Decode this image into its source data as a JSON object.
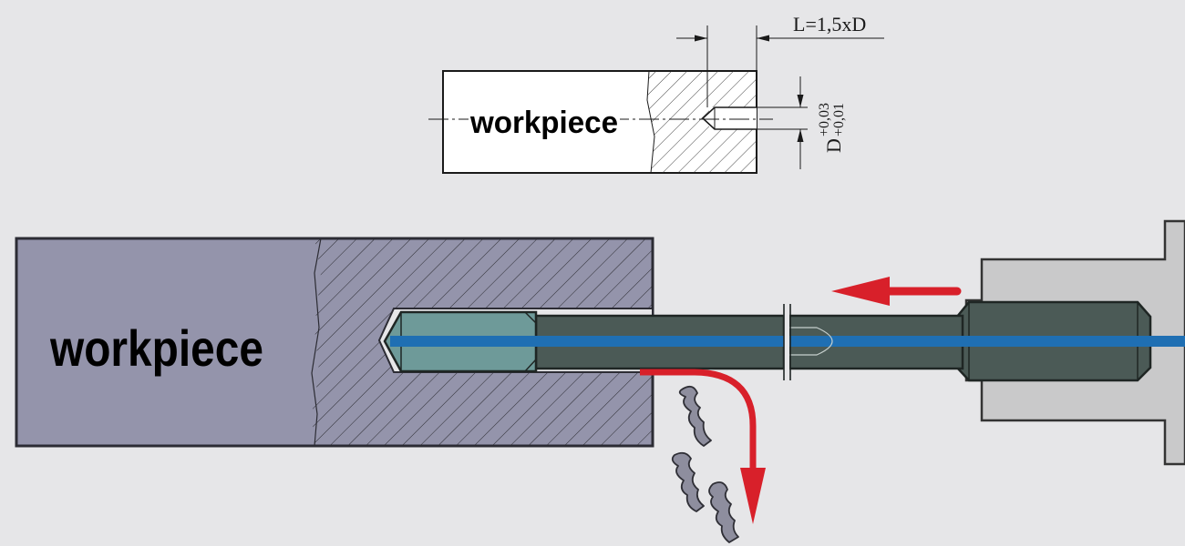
{
  "top_drawing": {
    "workpiece_label": "workpiece",
    "length_dimension": "L=1,5xD",
    "diameter_symbol": "D",
    "tolerance_upper": "+0,03",
    "tolerance_lower": "+0,01"
  },
  "main_drawing": {
    "workpiece_label": "workpiece"
  },
  "colors": {
    "background": "#e6e6e8",
    "workpiece_fill": "#9494ab",
    "tool_body": "#4b5a56",
    "drill_tip": "#6e9a99",
    "coolant_channel": "#1f6fb3",
    "arrow_red": "#d8202a",
    "holder_fill": "#c9c9ca",
    "chips": "#8e8e9e"
  },
  "icons": {
    "feed_direction": "arrow-left-icon",
    "chip_flow": "curved-arrow-down-icon"
  }
}
